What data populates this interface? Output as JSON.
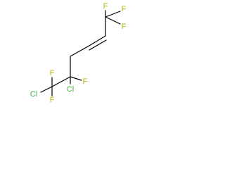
{
  "colors": {
    "bond": "#000000",
    "fluorine": "#b5b500",
    "chlorine": "#3cb43c"
  },
  "atoms": [
    {
      "id": "F1",
      "symbol": "F",
      "element": "fluorine"
    },
    {
      "id": "F2",
      "symbol": "F",
      "element": "fluorine"
    },
    {
      "id": "F3",
      "symbol": "F",
      "element": "fluorine"
    },
    {
      "id": "F4",
      "symbol": "F",
      "element": "fluorine"
    },
    {
      "id": "F5",
      "symbol": "F",
      "element": "fluorine"
    },
    {
      "id": "F6",
      "symbol": "F",
      "element": "fluorine"
    },
    {
      "id": "Cl1",
      "symbol": "Cl",
      "element": "chlorine"
    },
    {
      "id": "Cl2",
      "symbol": "Cl",
      "element": "chlorine"
    }
  ]
}
